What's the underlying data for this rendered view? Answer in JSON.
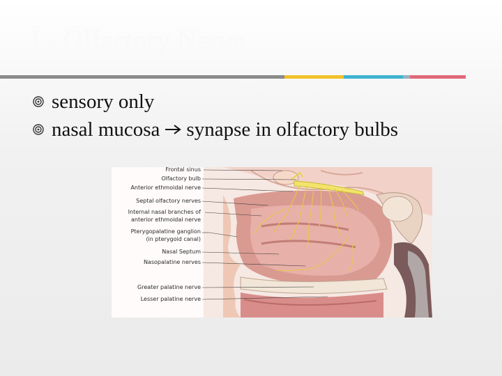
{
  "slide": {
    "title": "I - Olfactory Nerve",
    "rule_colors": [
      "#8b8b8b",
      "#f0c12a",
      "#3fb3d1",
      "#9ab0c0",
      "#e06a7a"
    ],
    "bullets": [
      {
        "parts": [
          "sensory only"
        ]
      },
      {
        "parts": [
          "nasal mucosa",
          "synapse in olfactory bulbs"
        ]
      }
    ],
    "bullet_icon": "circled-bullet-icon",
    "arrow_icon": "right-arrow-icon"
  },
  "figure": {
    "labels": [
      "Frontal sinus",
      "Olfactory bulb",
      "Anterior ethmoidal nerve",
      "Septal olfactory nerves",
      "Internal nasal branches of",
      "anterior ethmoidal nerve",
      "Pterygopalatine ganglion",
      "(in pterygoid canal)",
      "Nasal Septum",
      "Nasopalatine nerves",
      "Greater palatine nerve",
      "Lesser palatine nerve"
    ]
  }
}
